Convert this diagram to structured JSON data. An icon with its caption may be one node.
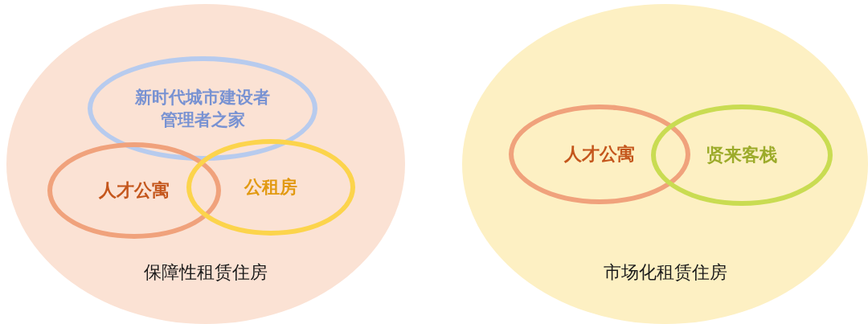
{
  "diagram": {
    "nodes": [
      {
        "text": [
          "保障性租赁住房"
        ]
      },
      {
        "text": [
          "新时代城市建设者管理者之家"
        ],
        "in": 0
      },
      {
        "text": [
          "人才公寓"
        ],
        "in": 0
      },
      {
        "text": [
          "公租房"
        ],
        "in": 0
      },
      {
        "text": [
          "市场化租赁住房"
        ]
      },
      {
        "text": [
          "人才公寓"
        ],
        "in": 4
      },
      {
        "text": [
          "贤来客栈"
        ],
        "in": 4
      }
    ]
  }
}
